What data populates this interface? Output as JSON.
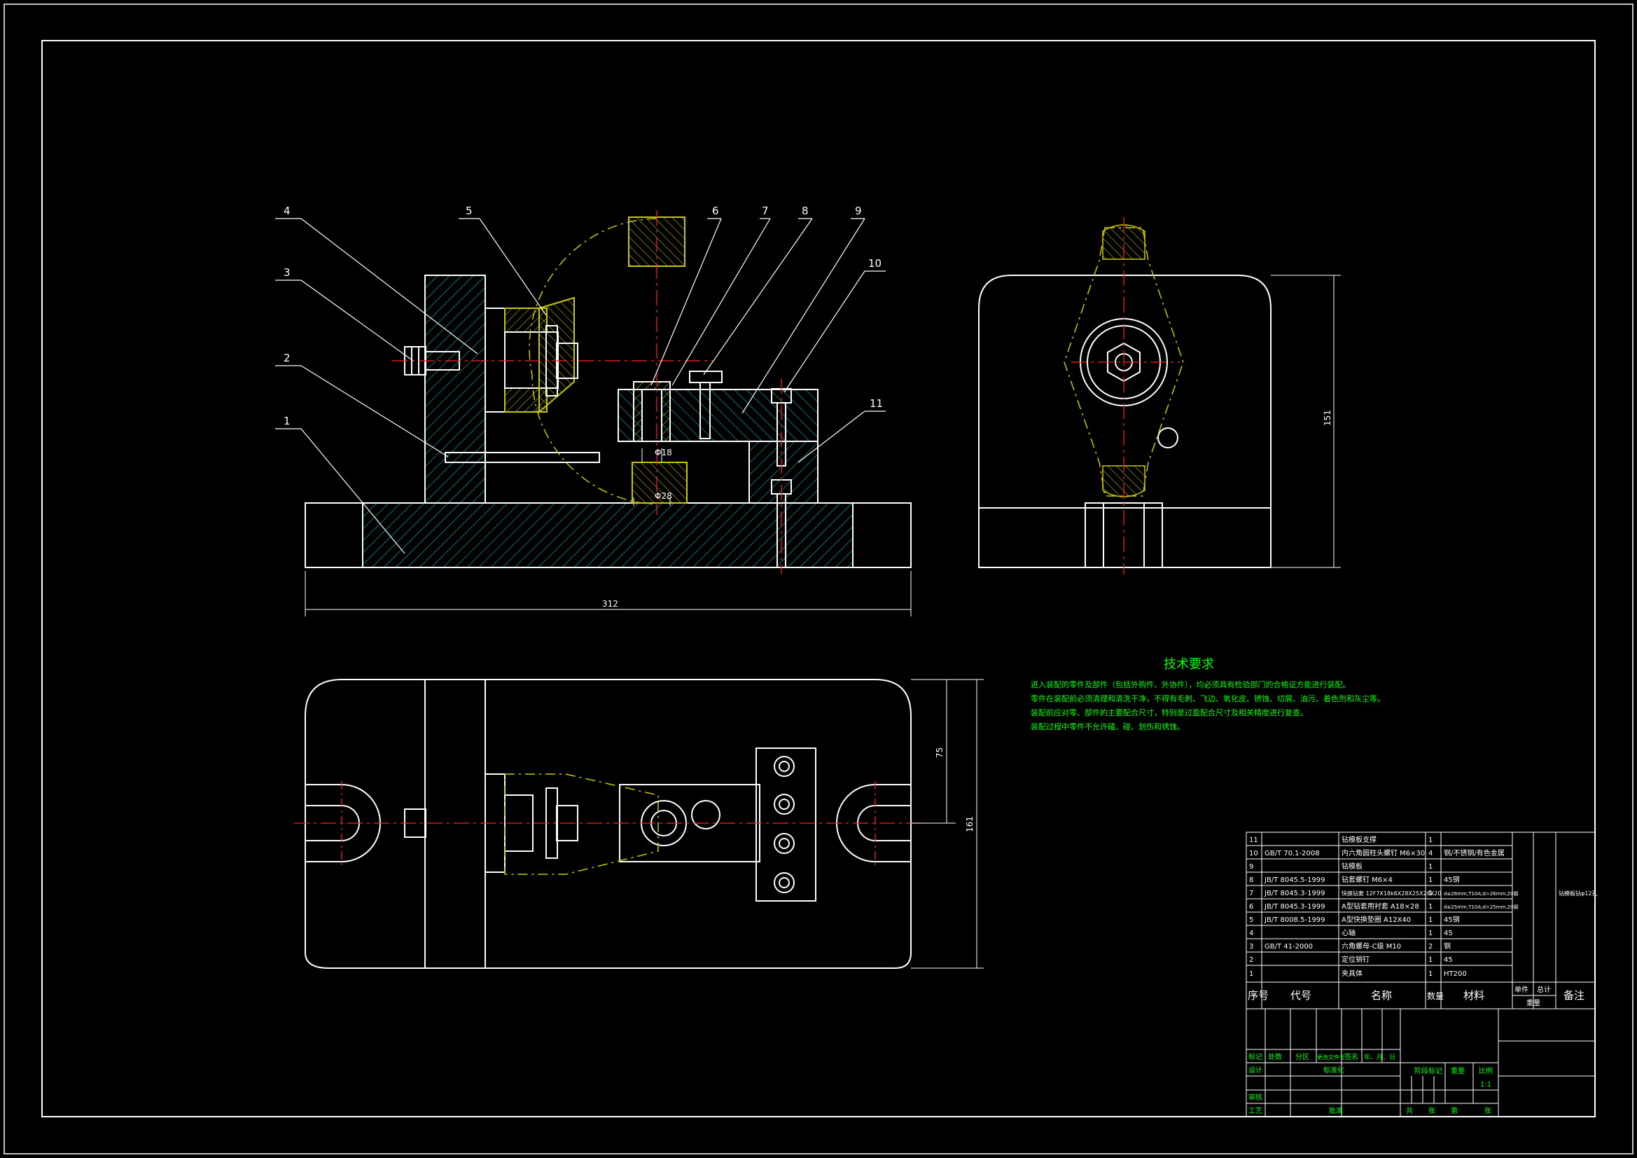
{
  "colors": {
    "background": "#000000",
    "outline": "#ffffff",
    "hatch_body": "#00b5b5",
    "hatch_part": "#b5b500",
    "centerline": "#ff2020",
    "phantom": "#c8c800",
    "text_green": "#00ff00"
  },
  "balloons": [
    "1",
    "2",
    "3",
    "4",
    "5",
    "6",
    "7",
    "8",
    "9",
    "10",
    "11"
  ],
  "dimensions": {
    "front_width": "312",
    "side_height": "151",
    "plan_height_total": "161",
    "plan_height_half": "75",
    "bore_d1": "Φ18",
    "bore_d2": "Φ28"
  },
  "tech_requirements": {
    "title": "技术要求",
    "lines": [
      "进入装配的零件及部件（包括外购件、外协件），均必须具有检验部门的合格证方能进行装配。",
      "零件在装配前必须清理和清洗干净，不得有毛刺、飞边、氧化皮、锈蚀、切屑、油污、着色剂和灰尘等。",
      "装配前应对零、部件的主要配合尺寸，特别是过盈配合尺寸及相关精度进行复查。",
      "装配过程中零件不允许磕、碰、划伤和锈蚀。"
    ]
  },
  "bom": {
    "headers": [
      "序号",
      "代号",
      "名称",
      "数量",
      "材料",
      "单件",
      "总计",
      "重量",
      "备注"
    ],
    "rows": [
      {
        "no": "11",
        "code": "",
        "name": "钻模板支撑",
        "qty": "1",
        "material": ""
      },
      {
        "no": "10",
        "code": "GB/T 70.1-2008",
        "name": "内六角圆柱头螺钉 M6×30",
        "qty": "4",
        "material": "钢/不锈钢/有色金属"
      },
      {
        "no": "9",
        "code": "",
        "name": "钻模板",
        "qty": "1",
        "material": ""
      },
      {
        "no": "8",
        "code": "JB/T 8045.5-1999",
        "name": "钻套螺钉 M6×4",
        "qty": "1",
        "material": "45钢"
      },
      {
        "no": "7",
        "code": "JB/T 8045.3-1999",
        "name": "快换钻套 12F7X18k6X28X25X28X20",
        "qty": "1",
        "material": "d≤26mm,T10A;d>26mm,20钢"
      },
      {
        "no": "6",
        "code": "JB/T 8045.3-1999",
        "name": "A型钻套用衬套 A18×28",
        "qty": "1",
        "material": "d≤25mm,T10A;d>25mm,20钢"
      },
      {
        "no": "5",
        "code": "JB/T 8008.5-1999",
        "name": "A型快换垫圈 A12X40",
        "qty": "1",
        "material": "45钢"
      },
      {
        "no": "4",
        "code": "",
        "name": "心轴",
        "qty": "1",
        "material": "45"
      },
      {
        "no": "3",
        "code": "GB/T 41-2000",
        "name": "六角螺母-C级 M10",
        "qty": "2",
        "material": "钢"
      },
      {
        "no": "2",
        "code": "",
        "name": "定位销钉",
        "qty": "1",
        "material": "45"
      },
      {
        "no": "1",
        "code": "",
        "name": "夹具体",
        "qty": "1",
        "material": "HT200"
      }
    ],
    "side_note": "钻模板钻φ12孔"
  },
  "title_block": {
    "rev_headers": [
      "标记",
      "处数",
      "分区",
      "更改文件号",
      "签名",
      "年、月、日"
    ],
    "design": "设计",
    "standardize": "标准化",
    "stage_mark": "阶段标记",
    "weight": "重量",
    "scale": "比例",
    "scale_value": "1:1",
    "audit": "审核",
    "process": "工艺",
    "approve": "批准",
    "sheet": [
      "共",
      "张",
      "第",
      "张"
    ]
  }
}
